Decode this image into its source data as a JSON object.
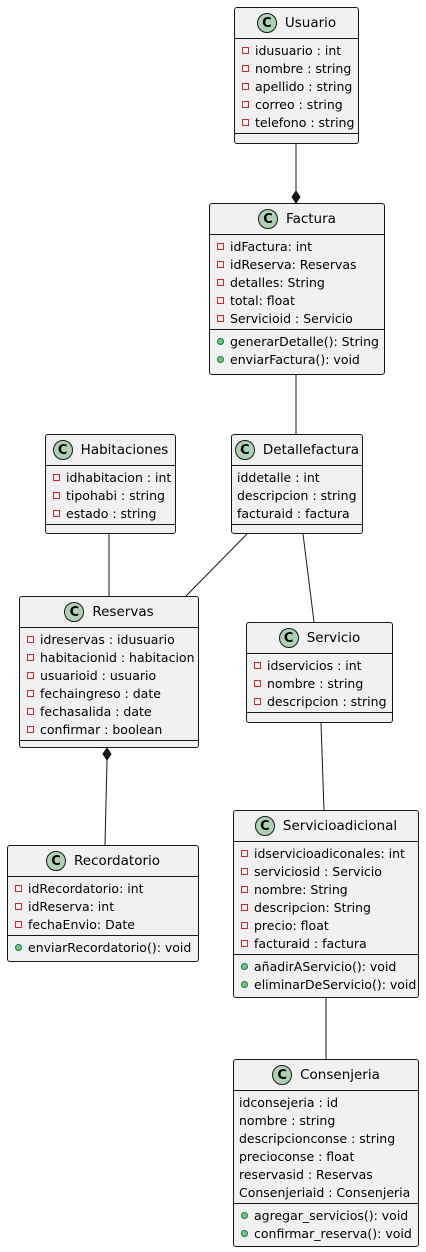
{
  "classes": [
    {
      "id": "usuario",
      "name": "Usuario",
      "attributes": [
        {
          "v": "private",
          "t": "idusuario : int"
        },
        {
          "v": "private",
          "t": "nombre : string"
        },
        {
          "v": "private",
          "t": "apellido : string"
        },
        {
          "v": "private",
          "t": "correo : string"
        },
        {
          "v": "private",
          "t": "telefono : string"
        }
      ],
      "methods": []
    },
    {
      "id": "factura",
      "name": "Factura",
      "attributes": [
        {
          "v": "private",
          "t": "idFactura: int"
        },
        {
          "v": "private",
          "t": "idReserva: Reservas"
        },
        {
          "v": "private",
          "t": "detalles: String"
        },
        {
          "v": "private",
          "t": "total: float"
        },
        {
          "v": "private",
          "t": "Servicioid : Servicio"
        }
      ],
      "methods": [
        {
          "v": "public",
          "t": "generarDetalle(): String"
        },
        {
          "v": "public",
          "t": "enviarFactura(): void"
        }
      ]
    },
    {
      "id": "habitaciones",
      "name": "Habitaciones",
      "attributes": [
        {
          "v": "private",
          "t": "idhabitacion : int"
        },
        {
          "v": "private",
          "t": "tipohabi : string"
        },
        {
          "v": "private",
          "t": "estado : string"
        }
      ],
      "methods": []
    },
    {
      "id": "detallefactura",
      "name": "Detallefactura",
      "attributes": [
        {
          "v": "none",
          "t": "iddetalle : int"
        },
        {
          "v": "none",
          "t": "descripcion : string"
        },
        {
          "v": "none",
          "t": "facturaid : factura"
        }
      ],
      "methods": []
    },
    {
      "id": "reservas",
      "name": "Reservas",
      "attributes": [
        {
          "v": "private",
          "t": "idreservas : idusuario"
        },
        {
          "v": "private",
          "t": "habitacionid : habitacion"
        },
        {
          "v": "private",
          "t": "usuarioid : usuario"
        },
        {
          "v": "private",
          "t": "fechaingreso : date"
        },
        {
          "v": "private",
          "t": "fechasalida : date"
        },
        {
          "v": "private",
          "t": "confirmar : boolean"
        }
      ],
      "methods": []
    },
    {
      "id": "servicio",
      "name": "Servicio",
      "attributes": [
        {
          "v": "private",
          "t": "idservicios : int"
        },
        {
          "v": "private",
          "t": "nombre : string"
        },
        {
          "v": "private",
          "t": "descripcion : string"
        }
      ],
      "methods": []
    },
    {
      "id": "recordatorio",
      "name": "Recordatorio",
      "attributes": [
        {
          "v": "private",
          "t": "idRecordatorio: int"
        },
        {
          "v": "private",
          "t": "idReserva: int"
        },
        {
          "v": "private",
          "t": "fechaEnvio: Date"
        }
      ],
      "methods": [
        {
          "v": "public",
          "t": "enviarRecordatorio(): void"
        }
      ]
    },
    {
      "id": "servicioadicional",
      "name": "Servicioadicional",
      "attributes": [
        {
          "v": "private",
          "t": "idservicioadiconales: int"
        },
        {
          "v": "private",
          "t": "serviciosid : Servicio"
        },
        {
          "v": "private",
          "t": "nombre: String"
        },
        {
          "v": "private",
          "t": "descripcion: String"
        },
        {
          "v": "private",
          "t": "precio: float"
        },
        {
          "v": "private",
          "t": "facturaid : factura"
        }
      ],
      "methods": [
        {
          "v": "public",
          "t": "añadirAServicio(): void"
        },
        {
          "v": "public",
          "t": "eliminarDeServicio(): void"
        }
      ]
    },
    {
      "id": "consenjeria",
      "name": "Consenjeria",
      "attributes": [
        {
          "v": "none",
          "t": "idconsejeria : id"
        },
        {
          "v": "none",
          "t": "nombre : string"
        },
        {
          "v": "none",
          "t": "descripcionconse : string"
        },
        {
          "v": "none",
          "t": "precioconse : float"
        },
        {
          "v": "none",
          "t": "reservasid : Reservas"
        },
        {
          "v": "none",
          "t": "Consenjeriaid : Consenjeria"
        }
      ],
      "methods": [
        {
          "v": "public",
          "t": "agregar_servicios(): void"
        },
        {
          "v": "public",
          "t": "confirmar_reserva(): void"
        }
      ]
    }
  ],
  "relations": [
    {
      "from": "usuario",
      "to": "factura",
      "type": "composition"
    },
    {
      "from": "factura",
      "to": "detallefactura",
      "type": "association"
    },
    {
      "from": "habitaciones",
      "to": "reservas",
      "type": "association"
    },
    {
      "from": "detallefactura",
      "to": "reservas",
      "type": "association"
    },
    {
      "from": "detallefactura",
      "to": "servicio",
      "type": "association"
    },
    {
      "from": "recordatorio",
      "to": "reservas",
      "type": "composition"
    },
    {
      "from": "servicio",
      "to": "servicioadicional",
      "type": "association"
    },
    {
      "from": "servicioadicional",
      "to": "consenjeria",
      "type": "association"
    }
  ],
  "badge_letter": "C",
  "colors": {
    "class_fill": "#f1f1f1",
    "border": "#181818",
    "badge_fill": "#add1b2",
    "private_marker": "#c82930",
    "public_marker": "#84be84"
  }
}
